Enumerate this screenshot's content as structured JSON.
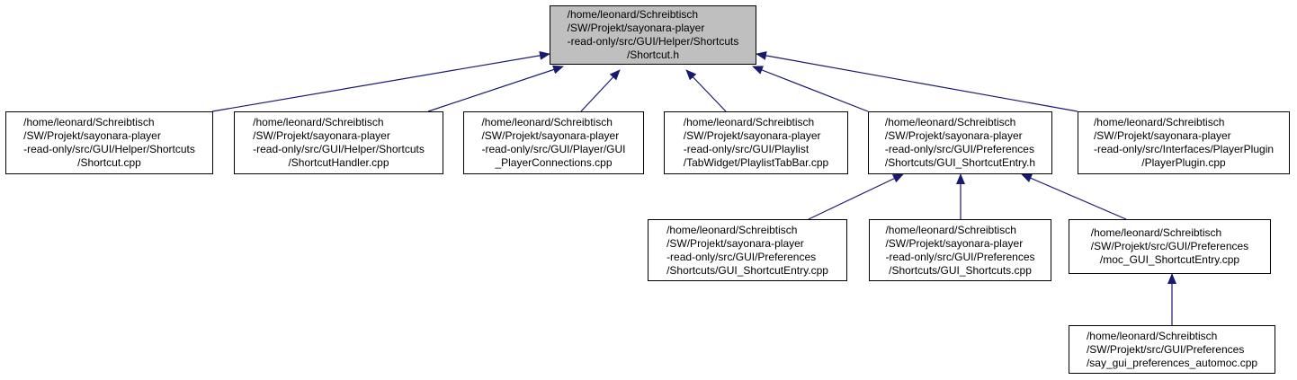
{
  "colors": {
    "edge": "#191970",
    "root_fill": "#bfbfbf",
    "node_fill": "#ffffff",
    "border": "#000000"
  },
  "nodes": [
    {
      "id": "root",
      "lines": [
        "/home/leonard/Schreibtisch",
        "/SW/Projekt/sayonara-player",
        "-read-only/src/GUI/Helper/Shortcuts",
        "/Shortcut.h"
      ]
    },
    {
      "id": "n1",
      "lines": [
        "/home/leonard/Schreibtisch",
        "/SW/Projekt/sayonara-player",
        "-read-only/src/GUI/Helper/Shortcuts",
        "/Shortcut.cpp"
      ]
    },
    {
      "id": "n2",
      "lines": [
        "/home/leonard/Schreibtisch",
        "/SW/Projekt/sayonara-player",
        "-read-only/src/GUI/Helper/Shortcuts",
        "/ShortcutHandler.cpp"
      ]
    },
    {
      "id": "n3",
      "lines": [
        "/home/leonard/Schreibtisch",
        "/SW/Projekt/sayonara-player",
        "-read-only/src/GUI/Player/GUI",
        "_PlayerConnections.cpp"
      ]
    },
    {
      "id": "n4",
      "lines": [
        "/home/leonard/Schreibtisch",
        "/SW/Projekt/sayonara-player",
        "-read-only/src/GUI/Playlist",
        "/TabWidget/PlaylistTabBar.cpp"
      ]
    },
    {
      "id": "n5",
      "lines": [
        "/home/leonard/Schreibtisch",
        "/SW/Projekt/sayonara-player",
        "-read-only/src/GUI/Preferences",
        "/Shortcuts/GUI_ShortcutEntry.h"
      ]
    },
    {
      "id": "n6",
      "lines": [
        "/home/leonard/Schreibtisch",
        "/SW/Projekt/sayonara-player",
        "-read-only/src/Interfaces/PlayerPlugin",
        "/PlayerPlugin.cpp"
      ]
    },
    {
      "id": "n7",
      "lines": [
        "/home/leonard/Schreibtisch",
        "/SW/Projekt/sayonara-player",
        "-read-only/src/GUI/Preferences",
        "/Shortcuts/GUI_ShortcutEntry.cpp"
      ]
    },
    {
      "id": "n8",
      "lines": [
        "/home/leonard/Schreibtisch",
        "/SW/Projekt/sayonara-player",
        "-read-only/src/GUI/Preferences",
        "/Shortcuts/GUI_Shortcuts.cpp"
      ]
    },
    {
      "id": "n9",
      "lines": [
        "/home/leonard/Schreibtisch",
        "/SW/Projekt/src/GUI/Preferences",
        "/moc_GUI_ShortcutEntry.cpp"
      ]
    },
    {
      "id": "n10",
      "lines": [
        "/home/leonard/Schreibtisch",
        "/SW/Projekt/src/GUI/Preferences",
        "/say_gui_preferences_automoc.cpp"
      ]
    }
  ],
  "edges": [
    {
      "from": "n1",
      "to": "root"
    },
    {
      "from": "n2",
      "to": "root"
    },
    {
      "from": "n3",
      "to": "root"
    },
    {
      "from": "n4",
      "to": "root"
    },
    {
      "from": "n5",
      "to": "root"
    },
    {
      "from": "n6",
      "to": "root"
    },
    {
      "from": "n7",
      "to": "n5"
    },
    {
      "from": "n8",
      "to": "n5"
    },
    {
      "from": "n9",
      "to": "n5"
    },
    {
      "from": "n10",
      "to": "n9"
    }
  ]
}
